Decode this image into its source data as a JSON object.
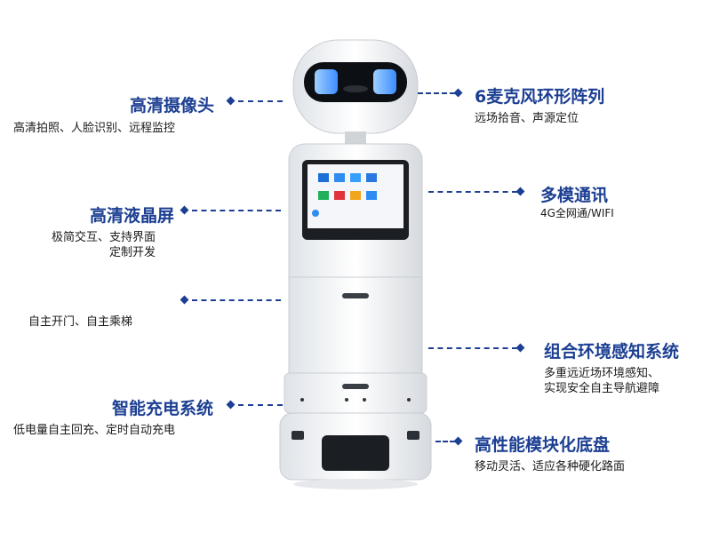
{
  "features": {
    "camera": {
      "title": "高清摄像头",
      "desc": "高清拍照、人脸识别、远程监控"
    },
    "mic_array": {
      "title": "6麦克风环形阵列",
      "desc": "远场拾音、声源定位"
    },
    "lcd": {
      "title": "高清液晶屏",
      "desc_line1": "极简交互、支持界面",
      "desc_line2": "定制开发"
    },
    "comms": {
      "title": "多模通讯",
      "desc": "4G全网通/WIFI"
    },
    "doors": {
      "desc": "自主开门、自主乘梯"
    },
    "sensing": {
      "title": "组合环境感知系统",
      "desc_line1": "多重远近场环境感知、",
      "desc_line2": "实现安全自主导航避障"
    },
    "charging": {
      "title": "智能充电系统",
      "desc": "低电量自主回充、定时自动充电"
    },
    "chassis": {
      "title": "高性能模块化底盘",
      "desc": "移动灵活、适应各种硬化路面"
    }
  },
  "colors": {
    "accent": "#1c3f93",
    "text": "#1a1a1a",
    "eye": "#5fa8ff"
  }
}
